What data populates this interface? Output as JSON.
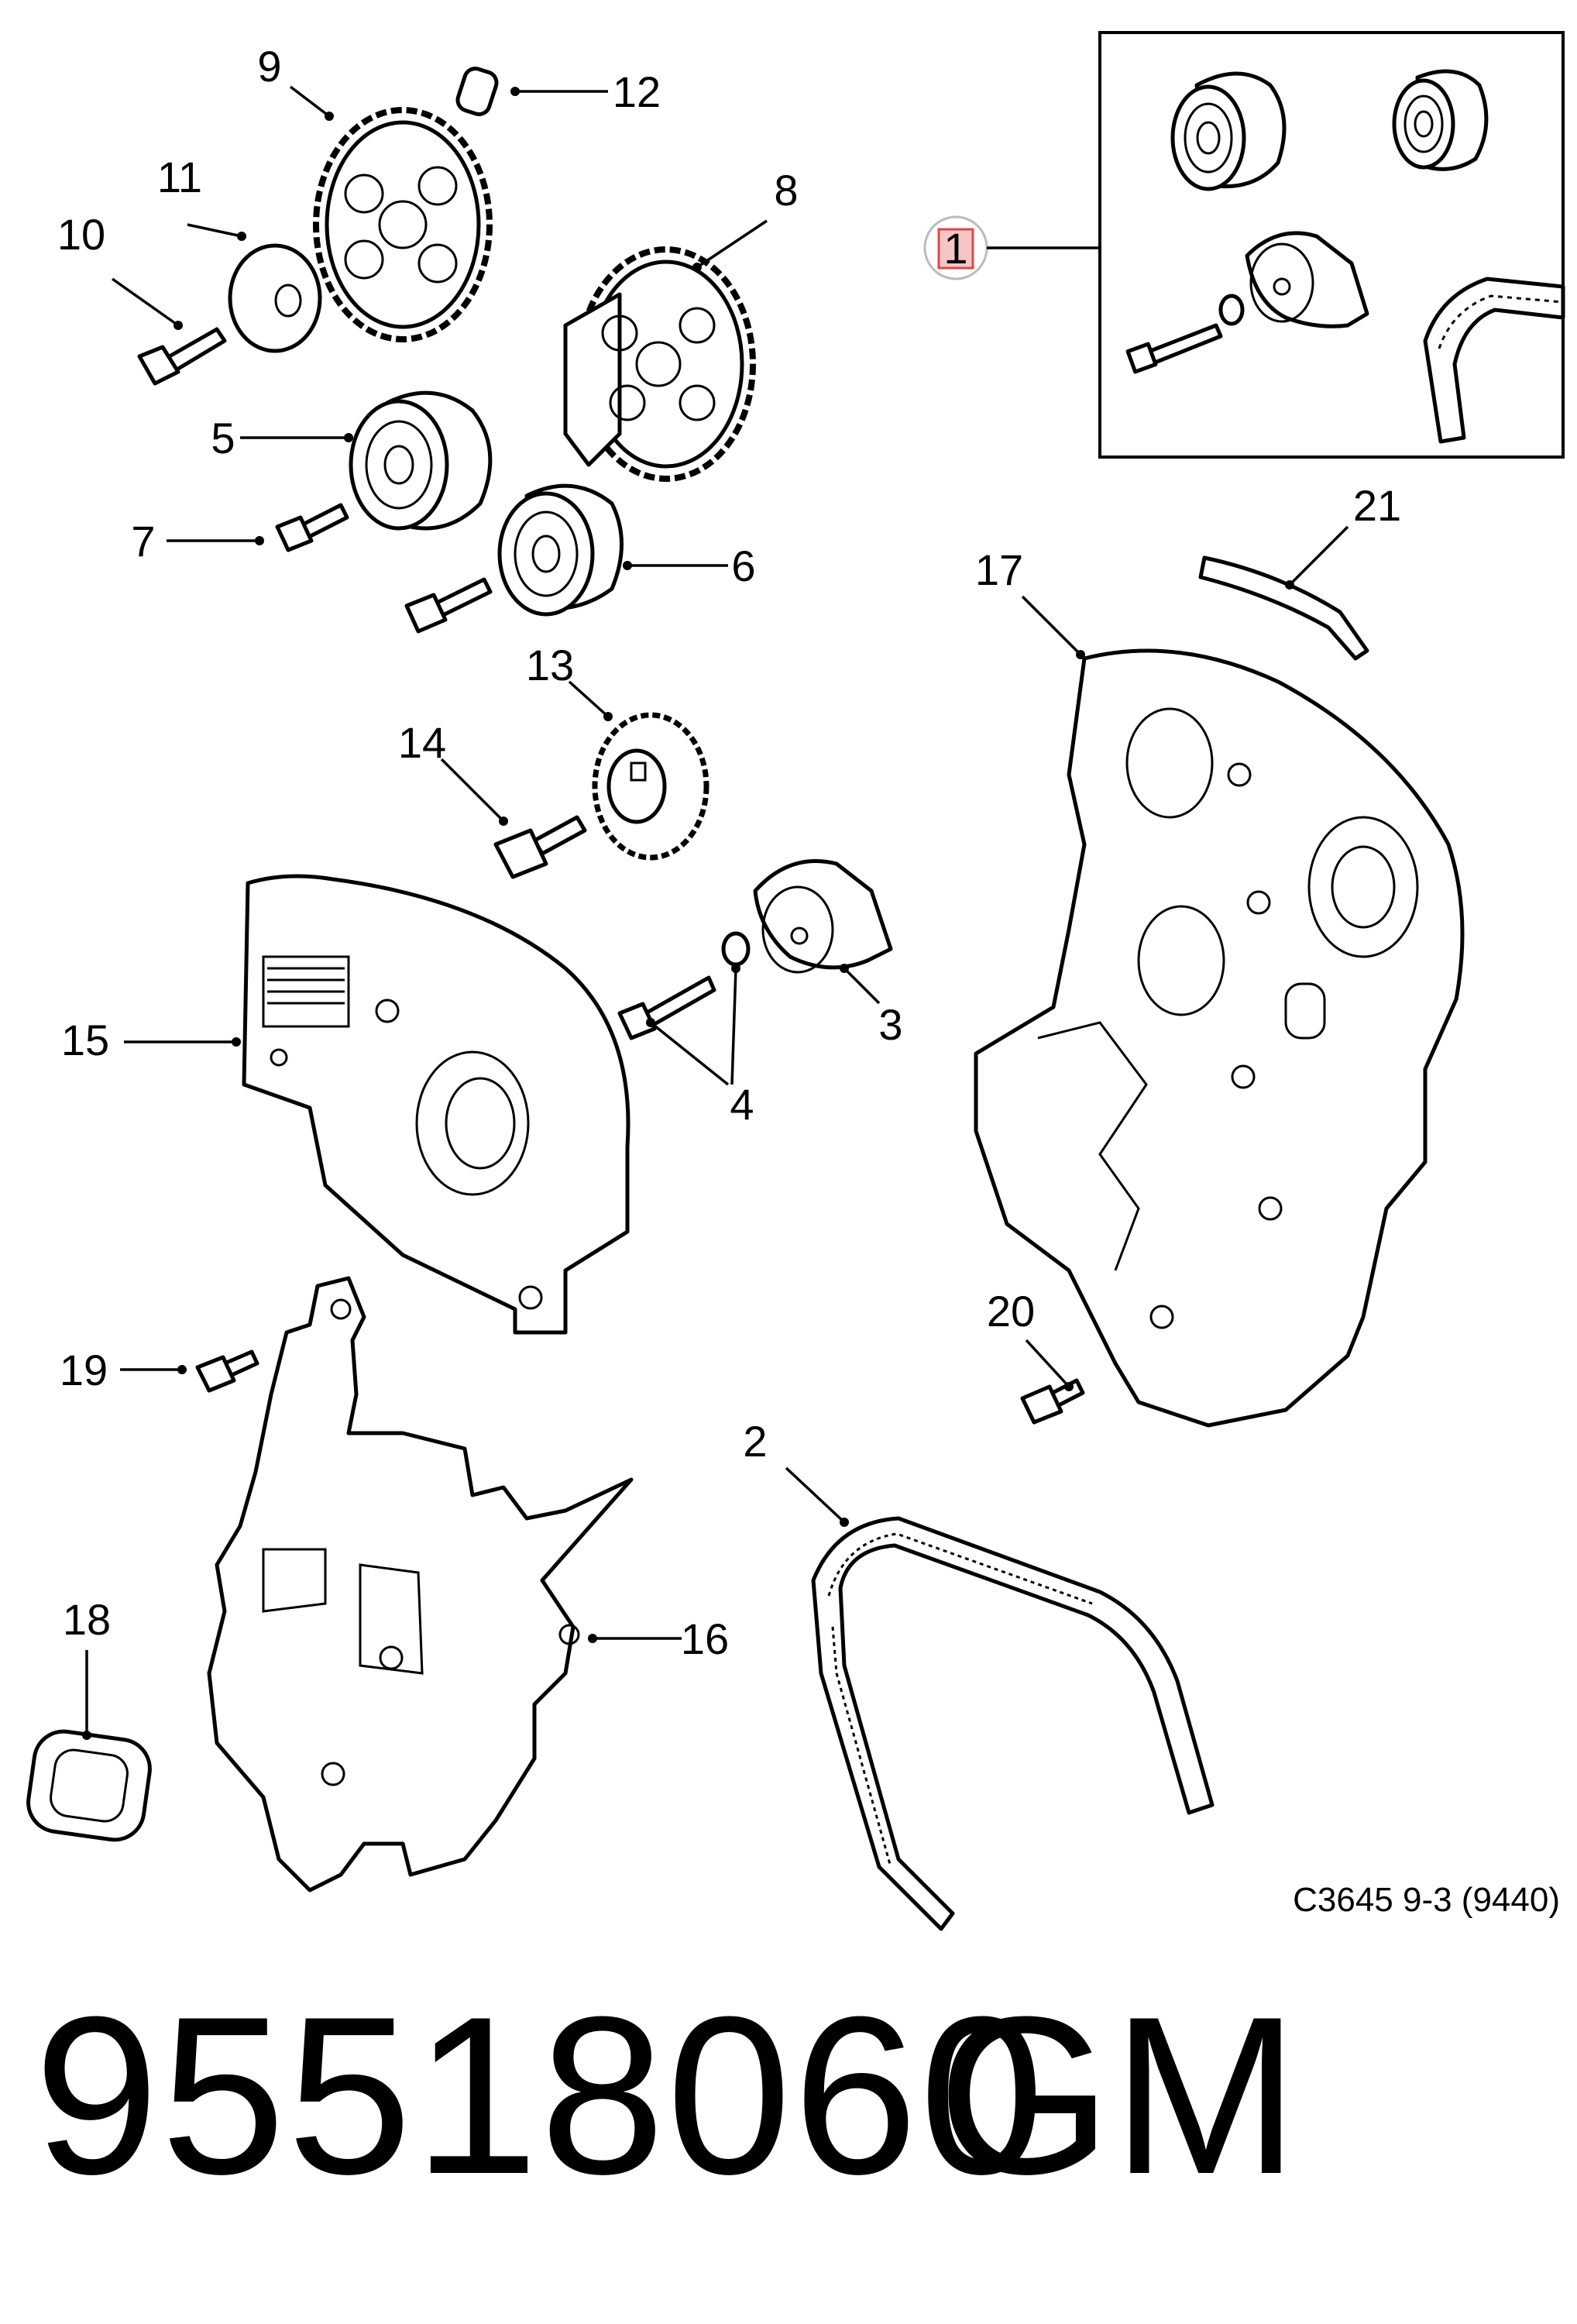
{
  "callouts": {
    "c1": "1",
    "c2": "2",
    "c3": "3",
    "c4": "4",
    "c5": "5",
    "c6": "6",
    "c7": "7",
    "c8": "8",
    "c9": "9",
    "c10": "10",
    "c11": "11",
    "c12": "12",
    "c13": "13",
    "c14": "14",
    "c15": "15",
    "c16": "16",
    "c17": "17",
    "c18": "18",
    "c19": "19",
    "c20": "20",
    "c21": "21"
  },
  "reference_code": "C3645 9-3 (9440)",
  "part_number": "95518060",
  "brand": "GM",
  "colors": {
    "line": "#000000",
    "highlight_fill": "#f6c6c6",
    "highlight_stroke": "#d84a4a",
    "background": "#ffffff"
  }
}
